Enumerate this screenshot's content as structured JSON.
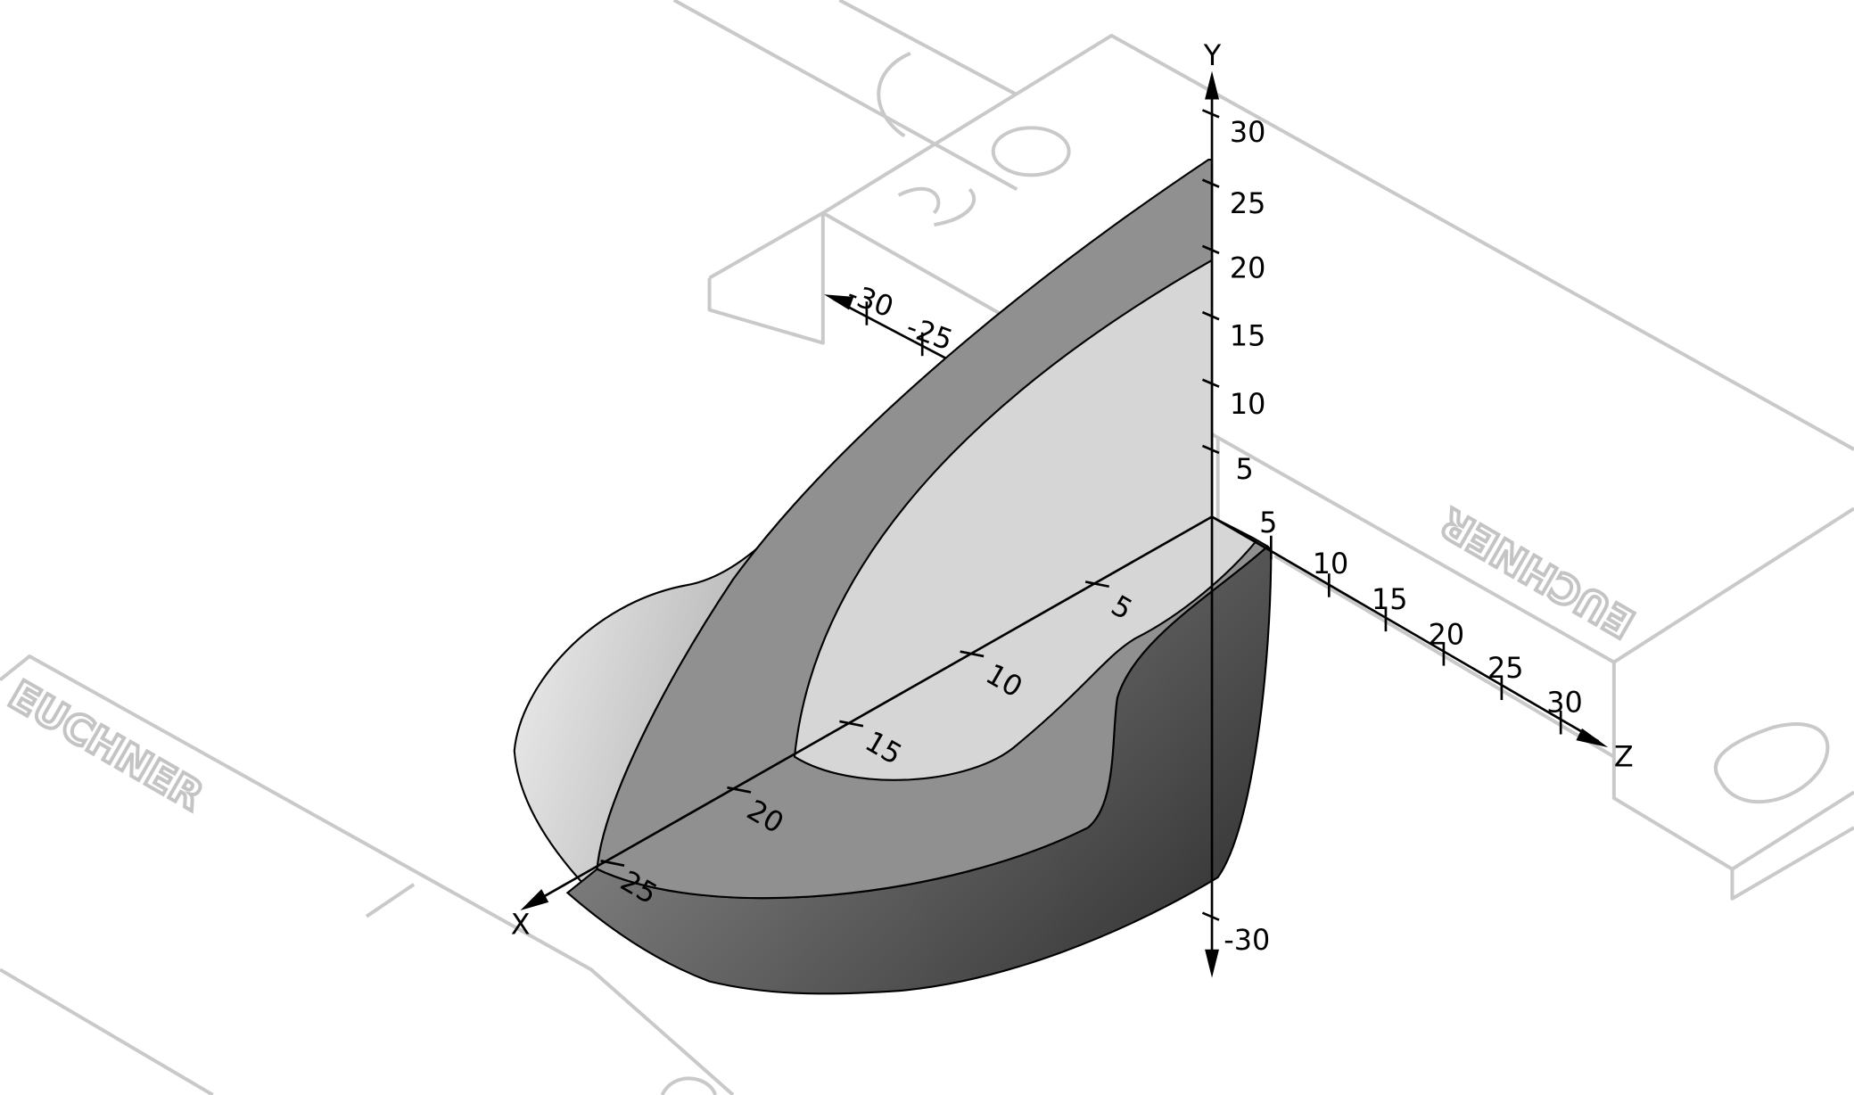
{
  "diagram": {
    "brand_label": "EUCHNER",
    "axes": {
      "y": {
        "name": "Y",
        "ticks": [
          "5",
          "10",
          "15",
          "20",
          "25",
          "30"
        ],
        "negative_ticks": [
          "-30"
        ]
      },
      "z": {
        "name": "Z",
        "ticks": [
          "5",
          "10",
          "15",
          "20",
          "25",
          "30"
        ],
        "negative_ticks": [
          "-25",
          "-30"
        ]
      },
      "x": {
        "name": "X",
        "ticks": [
          "5",
          "10",
          "15",
          "20",
          "25"
        ]
      }
    },
    "colors": {
      "housing_lines": "#c9c9c9",
      "band": "#909090",
      "inner": "#d6d6d6",
      "dark_face": "#4a4a4a"
    }
  }
}
